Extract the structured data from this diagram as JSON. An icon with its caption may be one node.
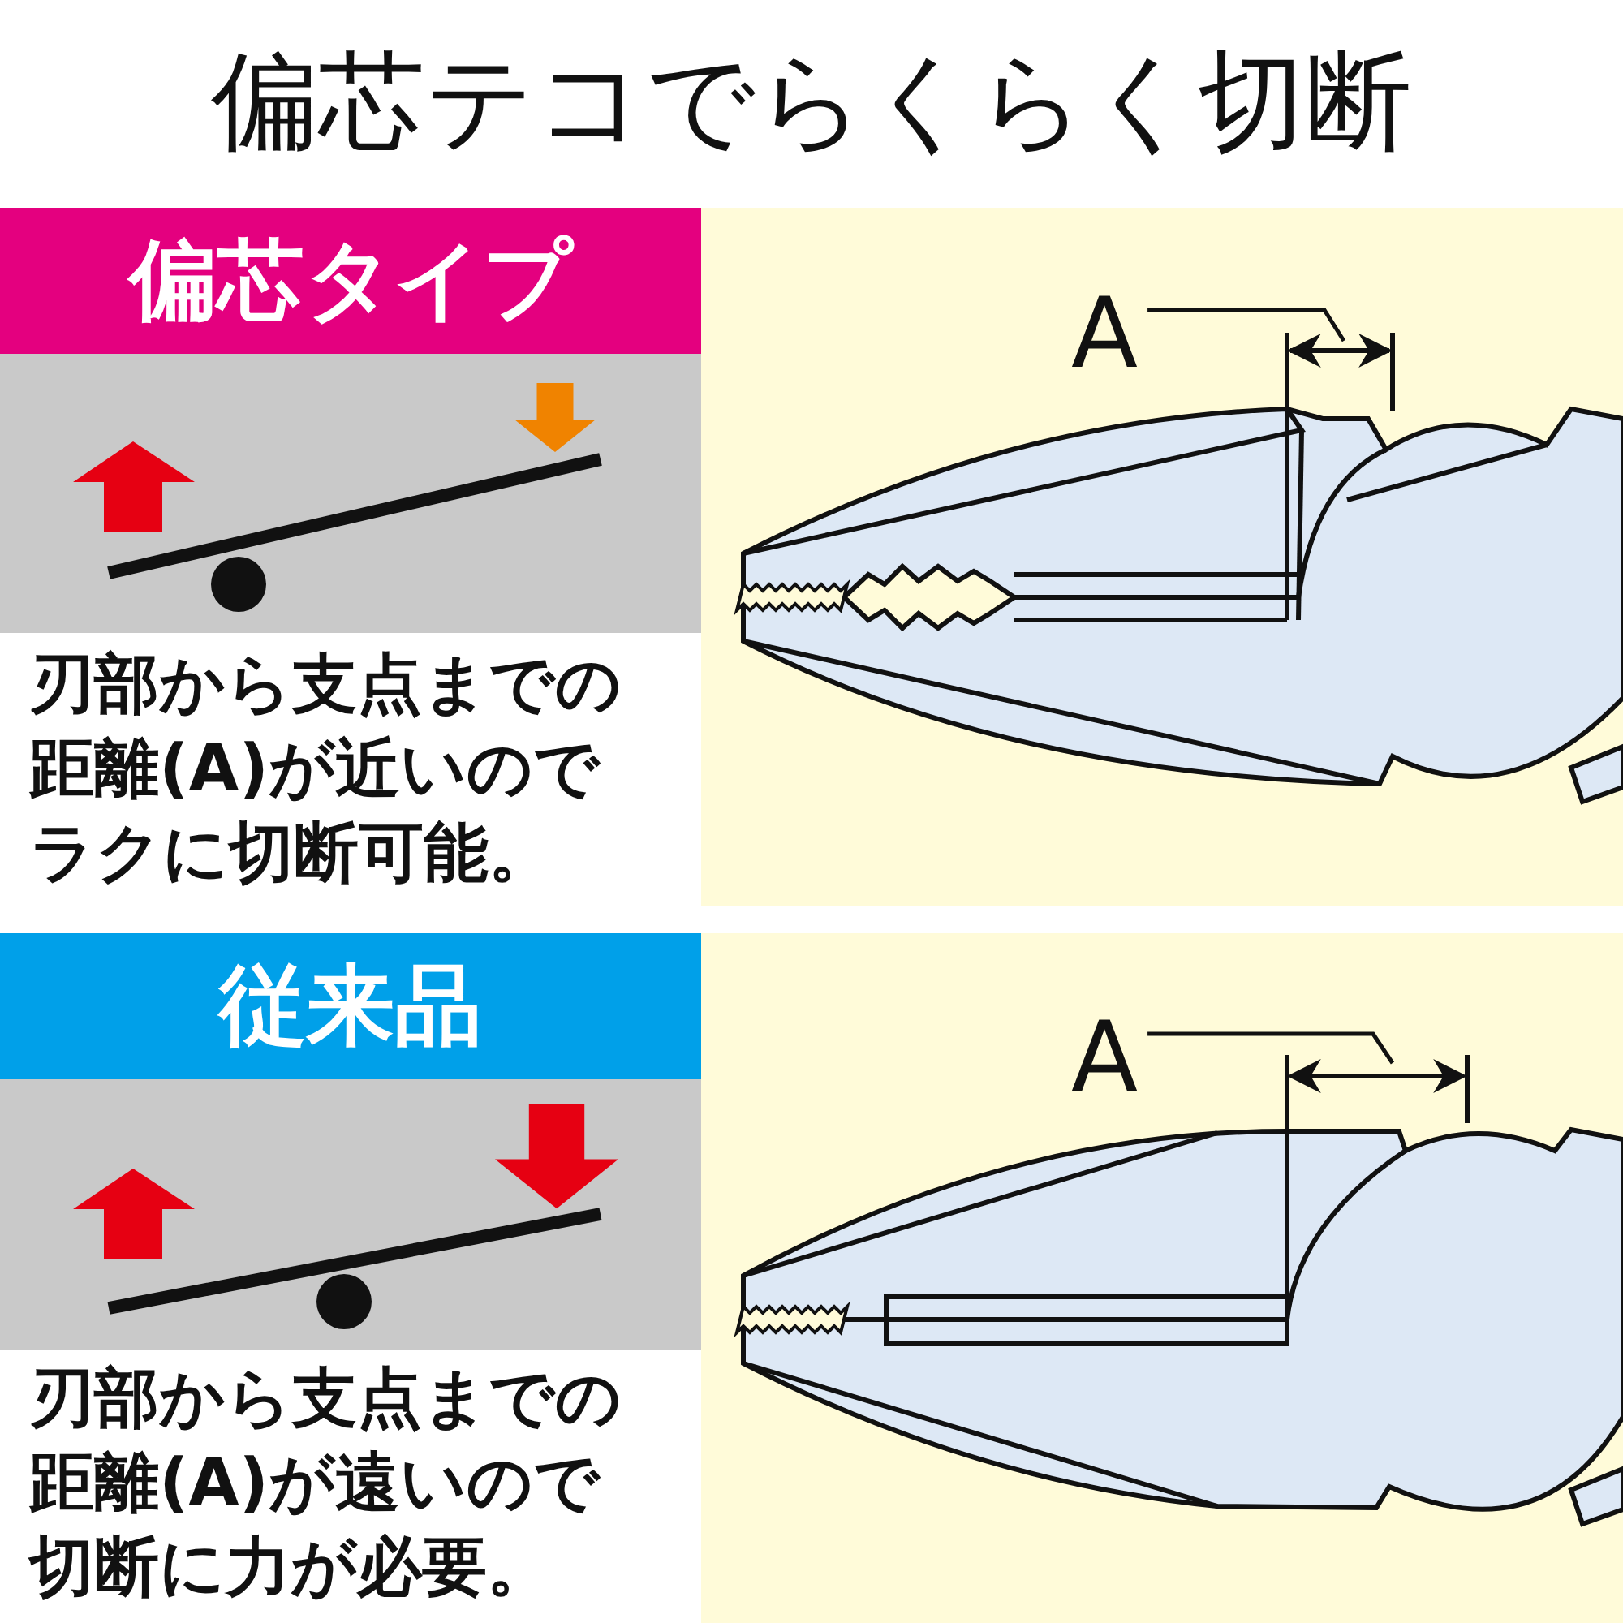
{
  "diagram": {
    "title": "偏芯テコでらくらく切断",
    "nodes": [
      {
        "text": [
          "偏芯タイプ"
        ]
      },
      {
        "text": [
          "A"
        ]
      },
      {
        "text": [
          "従来品"
        ]
      },
      {
        "text": [
          "A"
        ]
      }
    ],
    "edges": [
      {
        "from": 1,
        "to": null,
        "arrow": "none"
      },
      {
        "from": 3,
        "to": null,
        "arrow": "none"
      }
    ],
    "labels": [
      "刃部から支点までの距離(A)が近いのでラクに切断可能。",
      "刃部から支点までの距離(A)が遠いので切断に力が必要。"
    ]
  }
}
